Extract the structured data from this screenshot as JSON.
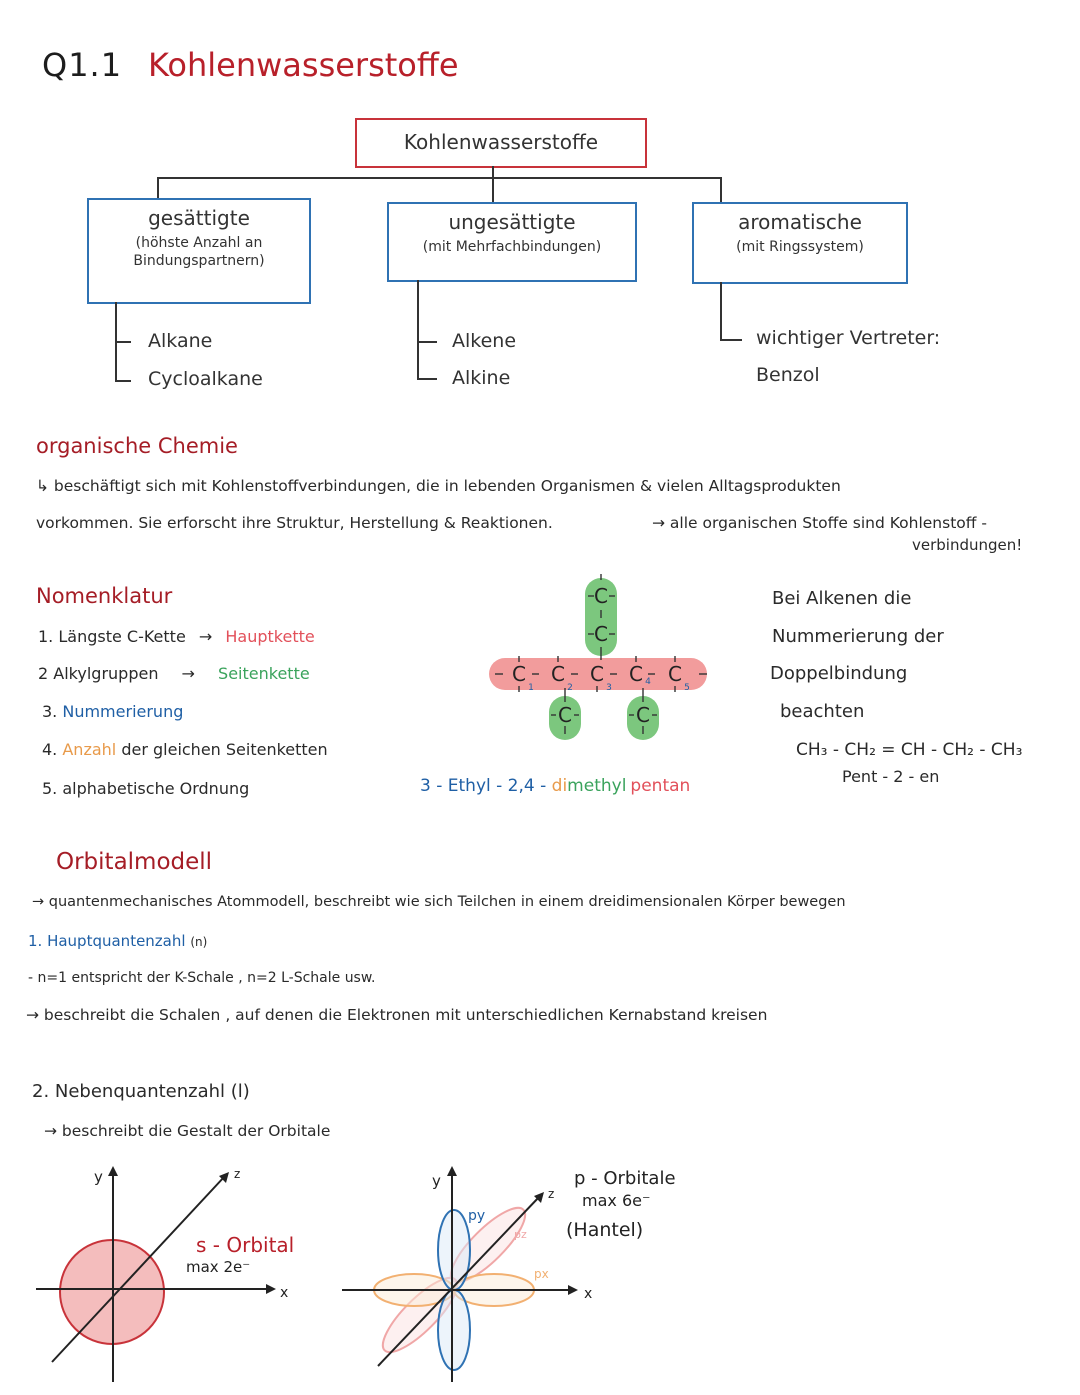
{
  "title": {
    "number": "Q1.1",
    "text": "Kohlenwasserstoffe"
  },
  "tree": {
    "root": "Kohlenwasserstoffe",
    "groups": [
      {
        "title": "gesättigte",
        "subtitle": "(höhste Anzahl an Bindungspartnern)",
        "children": [
          "Alkane",
          "Cycloalkane"
        ]
      },
      {
        "title": "ungesättigte",
        "subtitle": "(mit Mehrfachbindungen)",
        "children": [
          "Alkene",
          "Alkine"
        ]
      },
      {
        "title": "aromatische",
        "subtitle": "(mit Ringssystem)",
        "children": [
          "wichtiger Vertreter:",
          "Benzol"
        ]
      }
    ]
  },
  "organic": {
    "heading": "organische Chemie",
    "line1": "↳ beschäftigt sich mit Kohlenstoffverbindungen, die in lebenden Organismen & vielen Alltagsprodukten",
    "line2": "vorkommen. Sie erforscht ihre Struktur, Herstellung & Reaktionen.",
    "note1": "→ alle organischen Stoffe sind Kohlenstoff -",
    "note2": "verbindungen!"
  },
  "nomenclature": {
    "heading": "Nomenklatur",
    "items": [
      {
        "num": "1.",
        "text": "Längste C-Kette",
        "arrow": "→",
        "tag": "Hauptkette"
      },
      {
        "num": "2",
        "text": "Alkylgruppen",
        "arrow": "→",
        "tag": "Seitenkette"
      },
      {
        "num": "3.",
        "text": "Nummerierung"
      },
      {
        "num": "4.",
        "highlight": "Anzahl",
        "text": "der gleichen Seitenketten"
      },
      {
        "num": "5.",
        "text": "alphabetische Ordnung"
      }
    ],
    "structure": {
      "top1": "C",
      "top2": "C",
      "chain": [
        "C",
        "C",
        "C",
        "C",
        "C"
      ],
      "numbers": [
        "1",
        "2",
        "3",
        "4",
        "5"
      ],
      "bottom1": "C",
      "bottom2": "C"
    },
    "name_parts": {
      "p1": "3 - Ethyl",
      "p2": " - 2,4 - ",
      "p3": "di",
      "p4": "methyl",
      "p5": "pentan"
    },
    "alkene_note": [
      "Bei Alkenen die",
      "Nummerierung der",
      "Doppelbindung",
      "beachten"
    ],
    "formula": "CH₃ - CH₂ = CH - CH₂ - CH₃",
    "formula_name": "Pent - 2 - en"
  },
  "orbital": {
    "heading": "Orbitalmodell",
    "intro": "→ quantenmechanisches Atommodell, beschreibt wie sich Teilchen in einem dreidimensionalen Körper bewegen",
    "q1_title": "1. Hauptquantenzahl",
    "q1_symbol": "(n)",
    "q1_line1": "- n=1 entspricht der K-Schale , n=2 L-Schale usw.",
    "q1_line2": "→ beschreibt die Schalen , auf denen die Elektronen mit unterschiedlichen Kernabstand kreisen",
    "q2_title": "2. Nebenquantenzahl (l)",
    "q2_line": "→ beschreibt die Gestalt der Orbitale",
    "s_label": "s - Orbital",
    "s_max": "max 2e⁻",
    "p_label": "p - Orbitale",
    "p_max": "max 6e⁻",
    "p_shape": "(Hantel)",
    "axis": {
      "x": "x",
      "y": "y",
      "z": "z"
    },
    "p_axes": {
      "py": "py",
      "pz": "pz",
      "px": "px"
    }
  },
  "colors": {
    "red": "#b8202a",
    "blue": "#1f5fa5",
    "green": "#3aa35c",
    "orange": "#e89a4a",
    "pink": "#e2505a"
  }
}
